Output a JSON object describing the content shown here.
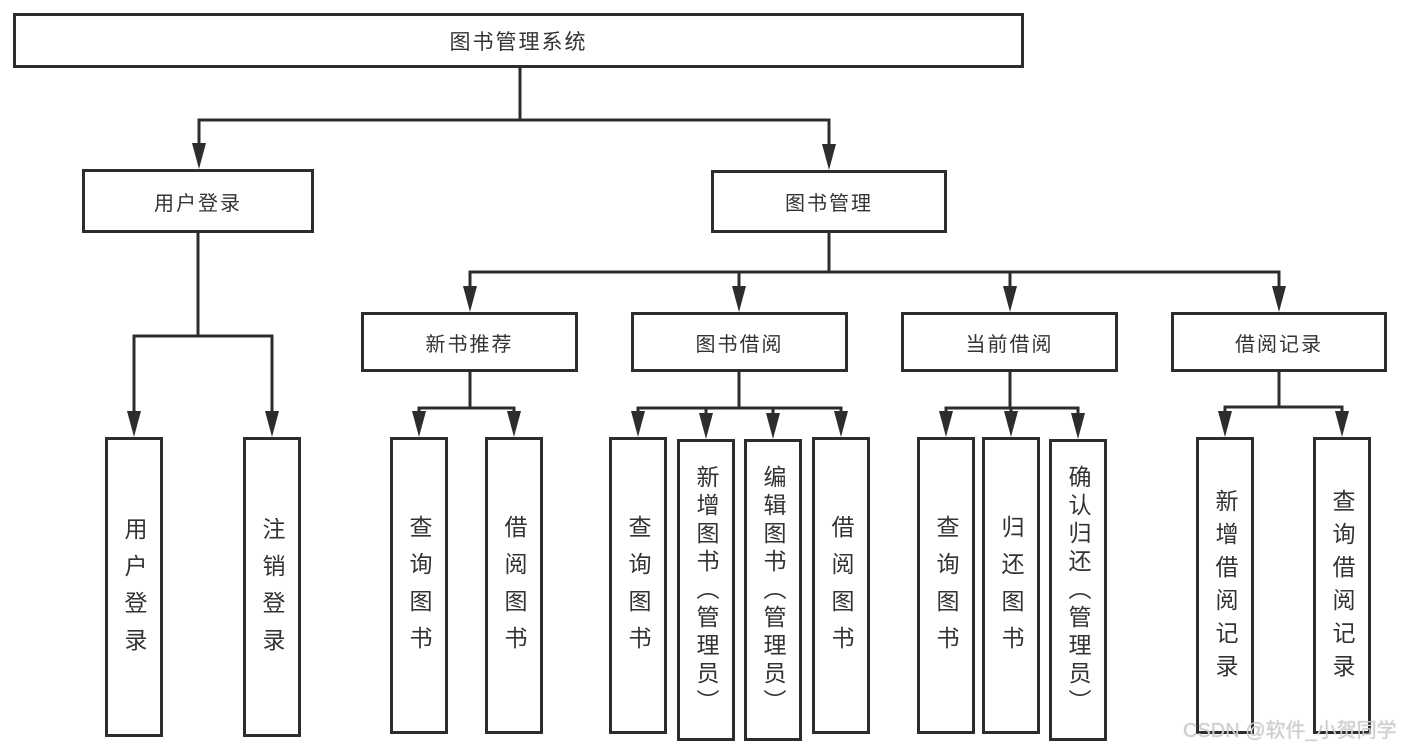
{
  "tree": {
    "label": "图书管理系统",
    "children": [
      {
        "label": "用户登录",
        "children": [
          {
            "label": "用户登录"
          },
          {
            "label": "注销登录"
          }
        ]
      },
      {
        "label": "图书管理",
        "children": [
          {
            "label": "新书推荐",
            "children": [
              {
                "label": "查询图书"
              },
              {
                "label": "借阅图书"
              }
            ]
          },
          {
            "label": "图书借阅",
            "children": [
              {
                "label": "查询图书"
              },
              {
                "label": "新增图书（管理员）"
              },
              {
                "label": "编辑图书（管理员）"
              },
              {
                "label": "借阅图书"
              }
            ]
          },
          {
            "label": "当前借阅",
            "children": [
              {
                "label": "查询图书"
              },
              {
                "label": "归还图书"
              },
              {
                "label": "确认归还（管理员）"
              }
            ]
          },
          {
            "label": "借阅记录",
            "children": [
              {
                "label": "新增借阅记录"
              },
              {
                "label": "查询借阅记录"
              }
            ]
          }
        ]
      }
    ]
  },
  "watermark": {
    "text": "CSDN @软件_小贺同学"
  },
  "colors": {
    "line": "#2d2d2d",
    "box_background": "#ffffff",
    "text": "#333333",
    "watermark": "#cfcfcf"
  }
}
